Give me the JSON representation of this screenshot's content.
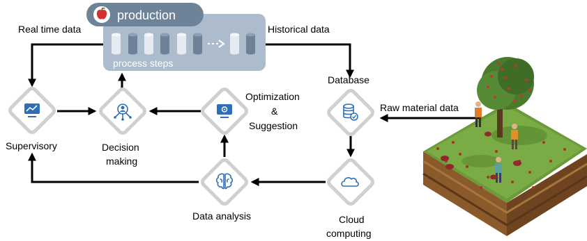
{
  "production": {
    "title": "production",
    "subtitle": "process steps",
    "brand_color": "#7c93ad"
  },
  "edges": {
    "realtime": "Real time data",
    "historical": "Historical data",
    "raw_material": "Raw material data"
  },
  "nodes": {
    "supervisory": "Supervisory",
    "decision_1": "Decision",
    "decision_2": "making",
    "optimization_1": "Optimization",
    "optimization_2": "&",
    "optimization_3": "Suggestion",
    "database": "Database",
    "data_analysis": "Data analysis",
    "cloud_1": "Cloud",
    "cloud_2": "computing"
  },
  "colors": {
    "icon": "#2f6fb8",
    "diamond_border": "#d0d0d0",
    "apple": "#d32f2f"
  },
  "icons": {
    "supervisory": "monitor-chart-icon",
    "decision": "person-network-icon",
    "optimization": "monitor-gear-icon",
    "database": "database-check-icon",
    "data_analysis": "brain-icon",
    "cloud": "cloud-icon",
    "production": "apple-icon"
  }
}
